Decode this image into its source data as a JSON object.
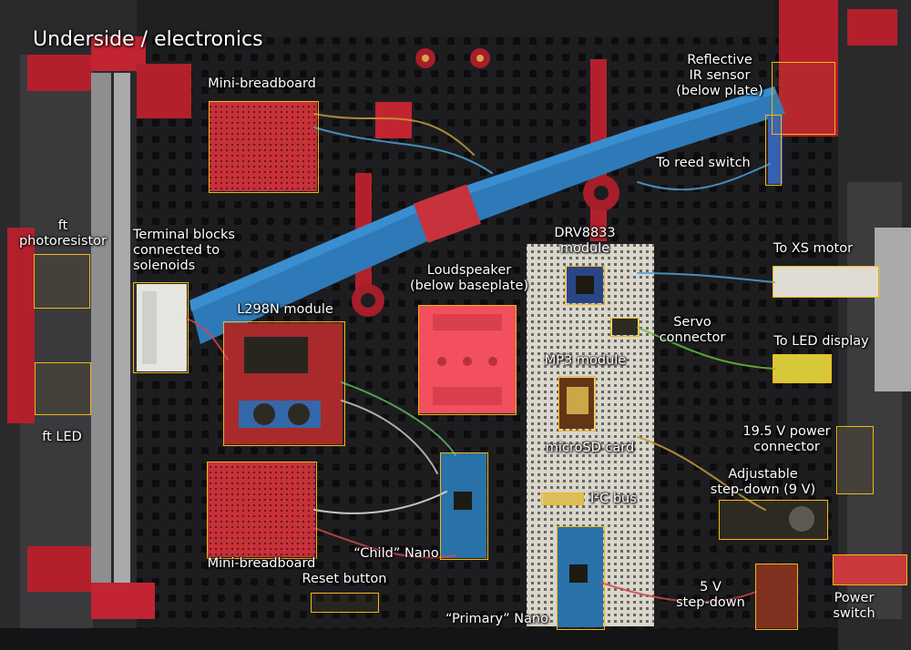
{
  "title": "Underside / electronics",
  "accent_color": "#f3b616",
  "labels": {
    "reflective_ir": [
      "Reflective",
      "IR sensor",
      "(below plate)"
    ],
    "reed_switch": "To reed switch",
    "mini_breadboard_top": "Mini-breadboard",
    "mini_breadboard_bottom": "Mini-breadboard",
    "photoresistor": [
      "ft",
      "photoresistor"
    ],
    "ft_led": "ft LED",
    "terminal_blocks": [
      "Terminal blocks",
      "connected to",
      "solenoids"
    ],
    "l298n": "L298N module",
    "loudspeaker": [
      "Loudspeaker",
      "(below baseplate)"
    ],
    "drv8833": [
      "DRV8833",
      "module"
    ],
    "servo": [
      "Servo",
      "connector"
    ],
    "mp3": "MP3 module",
    "microsd": "microSD card",
    "i2c": "I²C bus",
    "child_nano": "“Child” Nano",
    "primary_nano": "“Primary” Nano",
    "reset": "Reset button",
    "xs_motor": "To XS motor",
    "led_display": "To LED display",
    "power_connector": [
      "19.5 V power",
      "connector"
    ],
    "stepdown_adj": [
      "Adjustable",
      "step-down (9 V)"
    ],
    "stepdown_5v": [
      "5 V",
      "step-down"
    ],
    "power_switch": [
      "Power",
      "switch"
    ]
  }
}
